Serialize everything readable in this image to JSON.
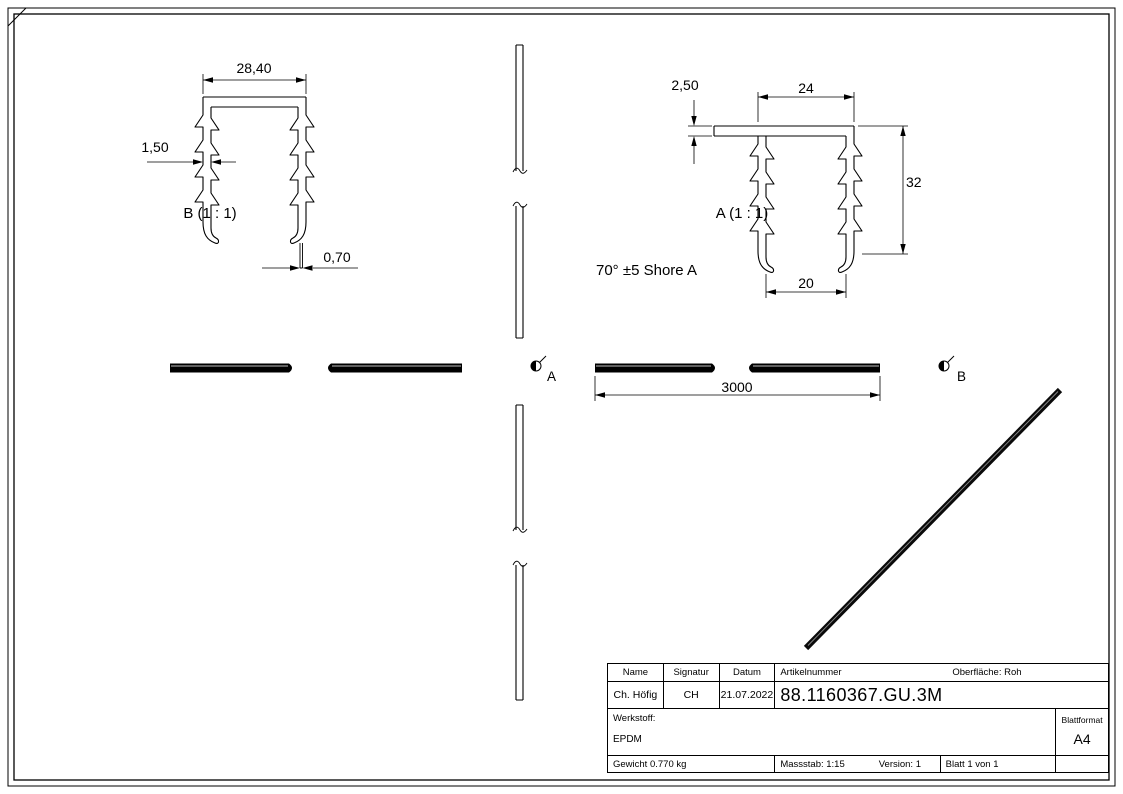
{
  "drawing": {
    "detail_b": {
      "label": "B (1 : 1)",
      "dim_top_width": "28,40",
      "dim_wall_thickness": "1,50",
      "dim_lip_thickness": "0,70"
    },
    "detail_a": {
      "label": "A (1 : 1)",
      "dim_lip_thickness": "2,50",
      "dim_top_width": "24",
      "dim_height": "32",
      "dim_bottom_width": "20",
      "material_note": "70° ±5 Shore A"
    },
    "side_view": {
      "dim_length": "3000"
    },
    "section_labels": {
      "a": "A",
      "b": "B"
    }
  },
  "title_block": {
    "headers": {
      "name": "Name",
      "signature": "Signatur",
      "date": "Datum",
      "article_number": "Artikelnummer",
      "surface": "Oberfläche:  Roh"
    },
    "row": {
      "name": "Ch. Höfig",
      "signature": "CH",
      "date": "21.07.2022",
      "article_number": "88.1160367.GU.3M"
    },
    "material_label": "Werkstoff:",
    "material_value": "EPDM",
    "sheet_format_label": "Blattformat",
    "sheet_format_value": "A4",
    "weight": "Gewicht 0.770 kg",
    "scale": "Massstab: 1:15",
    "version": "Version: 1",
    "sheet": "Blatt 1 von 1"
  },
  "colors": {
    "line": "#000000",
    "background": "#ffffff"
  }
}
